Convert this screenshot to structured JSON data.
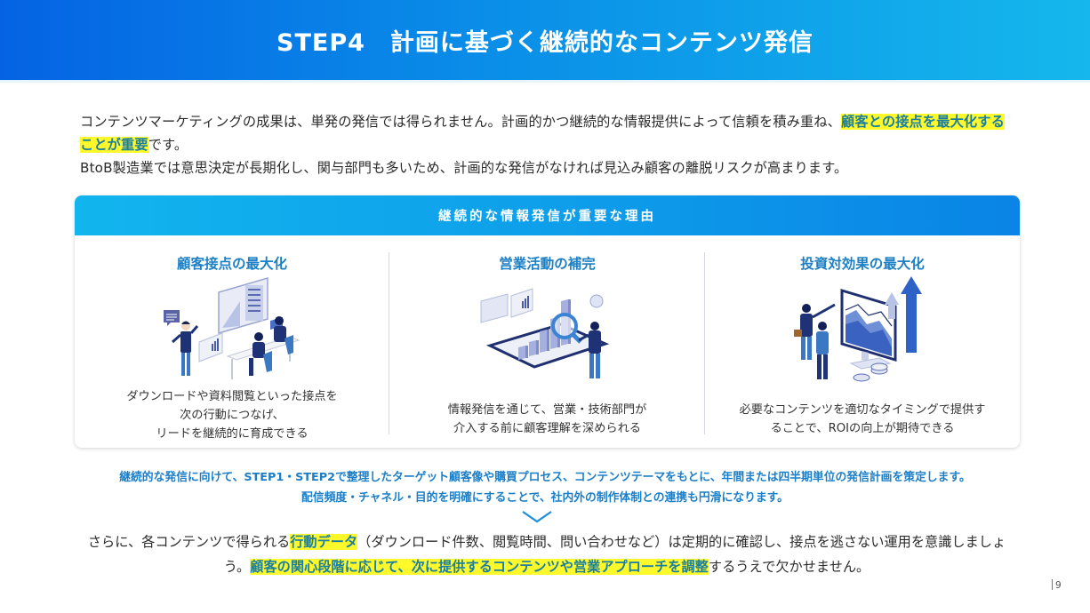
{
  "header": {
    "title": "STEP4　計画に基づく継続的なコンテンツ発信",
    "gradient": [
      "#0563e3",
      "#15b7ec"
    ]
  },
  "intro": {
    "line1_a": "コンテンツマーケティングの成果は、単発の発信では得られません。計画的かつ継続的な情報提供によって信頼を積み重ね、",
    "line1_highlight": "顧客との接点を最大化することが重要",
    "line1_b": "です。",
    "line2": "BtoB製造業では意思決定が長期化し、関与部門も多いため、計画的な発信がなければ見込み顧客の離脱リスクが高まります。"
  },
  "reasons_card": {
    "header": "継続的な情報発信が重要な理由",
    "columns": [
      {
        "title": "顧客接点の最大化",
        "illustration": "presentation-meeting-illustration",
        "desc": [
          "ダウンロードや資料閲覧といった接点を",
          "次の行動につなげ、",
          "リードを継続的に育成できる"
        ]
      },
      {
        "title": "営業活動の補完",
        "illustration": "data-analysis-magnifier-illustration",
        "desc": [
          "情報発信を通じて、営業・技術部門が",
          "介入する前に顧客理解を深められる"
        ]
      },
      {
        "title": "投資対効果の最大化",
        "illustration": "roi-growth-monitor-illustration",
        "desc": [
          "必要なコンテンツを適切なタイミングで提供す",
          "ることで、ROIの向上が期待できる"
        ]
      }
    ]
  },
  "plan": {
    "line1": "継続的な発信に向けて、STEP1・STEP2で整理したターゲット顧客像や購買プロセス、コンテンツテーマをもとに、年間または四半期単位の発信計画を策定します。",
    "line2": "配信頻度・チャネル・目的を明確にすることで、社内外の制作体制との連携も円滑になります。"
  },
  "closing": {
    "a": "さらに、各コンテンツで得られる",
    "highlight1": "行動データ",
    "b": "（ダウンロード件数、閲覧時間、問い合わせなど）は定期的に確認し、接点を逃さない運用を意識しましょう。",
    "highlight2": "顧客の関心段階に応じて、次に提供するコンテンツや営業アプローチを調整",
    "c": "するうえで欠かせません。"
  },
  "colors": {
    "highlight_bg": "#fff82a",
    "highlight_text": "#1a7fa3",
    "accent_blue": "#1d7fc4"
  },
  "footer": {
    "page_number": "9"
  }
}
